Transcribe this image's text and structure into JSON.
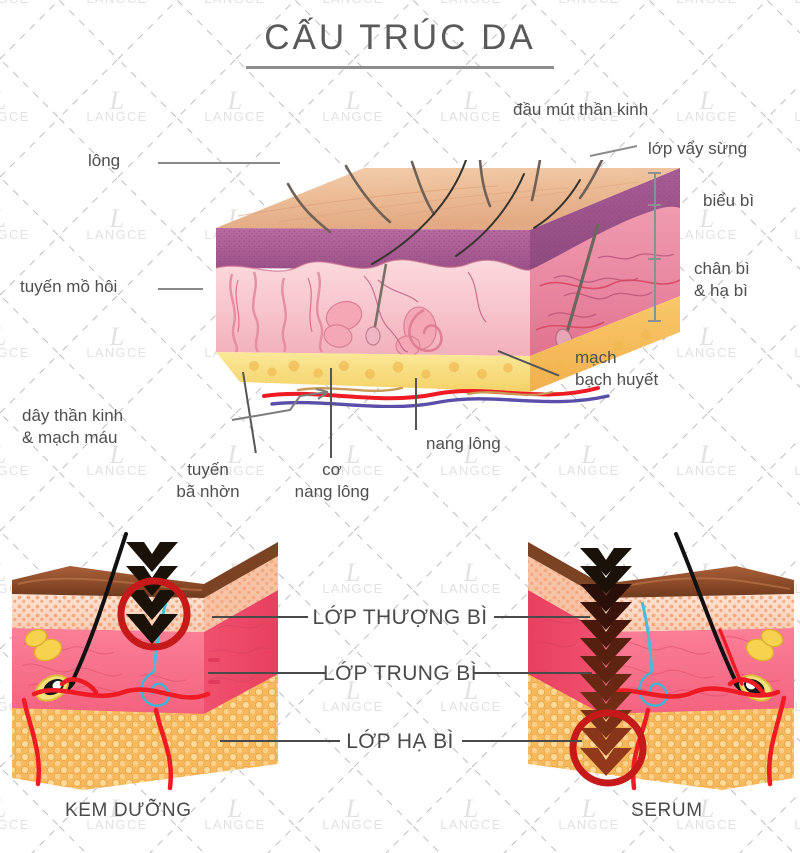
{
  "header": {
    "title": "CẤU TRÚC DA"
  },
  "top_diagram": {
    "alt": "skin-cross-section-block",
    "labels": {
      "hair": "lông",
      "sweat_gland": "tuyến mồ hôi",
      "nerve_endings": "đầu mút thần kinh",
      "stratum_corneum": "lớp vẩy sừng",
      "epidermis": "biểu bì",
      "dermis_hypodermis": "chân bì\n& hạ bì",
      "lymph_vessel": "mạch\nbạch huyết",
      "nerve_blood": "dây thần kinh\n& mạch máu",
      "sebaceous_gland": "tuyến\nbã nhờn",
      "arrector_pili": "cơ\nnang lông",
      "hair_follicle": "nang lông"
    }
  },
  "bottom_section": {
    "layer_labels": [
      "LỚP THƯỢNG BÌ",
      "LỚP TRUNG BÌ",
      "LỚP HẠ BÌ"
    ],
    "captions": {
      "left": "KEM DƯỠNG",
      "right": "SERUM"
    },
    "left_diagram": {
      "alt": "cream-penetration-shallow",
      "arrow_count": 4,
      "highlight_depth": "epidermis"
    },
    "right_diagram": {
      "alt": "serum-penetration-deep",
      "arrow_count": 12,
      "highlight_depth": "hypodermis"
    }
  },
  "watermark": {
    "mark": "L",
    "text": "LANGCE"
  },
  "colors": {
    "title": "#5a5a5a",
    "label": "#4f4f4f",
    "leader": "#8a8a8a",
    "epidermis_top": "#e9b894",
    "epidermis_band": "#a6588f",
    "dermis": "#f58ca0",
    "hypodermis": "#f7c16a",
    "arrow": "#1a1208",
    "highlight_circle": "#c61a1a",
    "vessel_red": "#ee1b24",
    "vessel_blue": "#5a4fa8",
    "sweat_blue": "#3fb8d8",
    "brown_top": "#8a4a2a"
  }
}
